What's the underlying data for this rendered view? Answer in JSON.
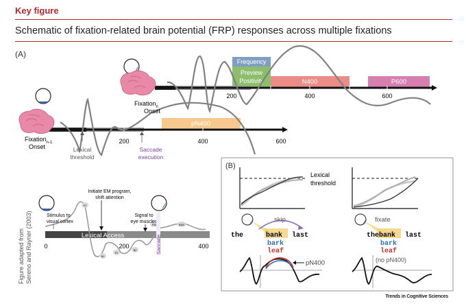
{
  "header": {
    "kicker": "Key figure",
    "title": "Schematic of fixation-related brain potential (FRP) responses across multiple fixations"
  },
  "panel_a": {
    "label": "(A)",
    "fixation_n1_label": "Fixation",
    "fixation_n1_sub": "n-1",
    "fixation_n1_onset": "Onset",
    "fixation_n_label": "Fixation",
    "fixation_n_sub": "n",
    "fixation_n_onset": "Onset",
    "axis1_ticks": [
      "200",
      "400",
      "600"
    ],
    "axis2_ticks": [
      "200",
      "400",
      "600"
    ],
    "lexical_threshold": [
      "Lexical",
      "threshold"
    ],
    "saccade_execution": [
      "Saccade",
      "execution"
    ],
    "components": {
      "pn400": "pN400",
      "frequency": "Frequency",
      "preview_positivity": [
        "Preview",
        "Positivity"
      ],
      "n400": "N400",
      "p600": "P600"
    },
    "colors": {
      "pn400": "#f7c383",
      "frequency": "#7f9fc2",
      "preview": "#8cbe6c",
      "n400": "#ec8c87",
      "p600": "#d87fb1",
      "saccade": "#7a3f9b"
    }
  },
  "inset": {
    "vertical_caption": [
      "Figure adapted from",
      "Sereno and Rayner (2003)"
    ],
    "stimulus": [
      "Stimulus to",
      "visual cortex"
    ],
    "initiate": [
      "Initiate EM program,",
      "shift attention"
    ],
    "signal": [
      "Signal to",
      "eye muscles"
    ],
    "lexical_access": "Lexical Access",
    "saccade": "Saccade",
    "ticks": [
      "0",
      "200",
      "400"
    ],
    "bumps": [
      "P1",
      "N1",
      "P2",
      "N2",
      "P300",
      "N400"
    ]
  },
  "panel_b": {
    "label": "(B)",
    "lexical_threshold": [
      "Lexical",
      "threshold"
    ],
    "skip": "skip",
    "fixate": "fixate",
    "sentence": [
      "the",
      "bank",
      "last"
    ],
    "alt_word_1": "bark",
    "alt_word_2": "leaf",
    "pn400": "pN400",
    "no_pn400": "(no pN400)",
    "colors": {
      "highlight": "#f5d27a",
      "bark": "#2d6fb8",
      "leaf": "#c8302c",
      "arc": "#8e6bbd"
    }
  },
  "credit": "Trends in Cognitive Sciences"
}
